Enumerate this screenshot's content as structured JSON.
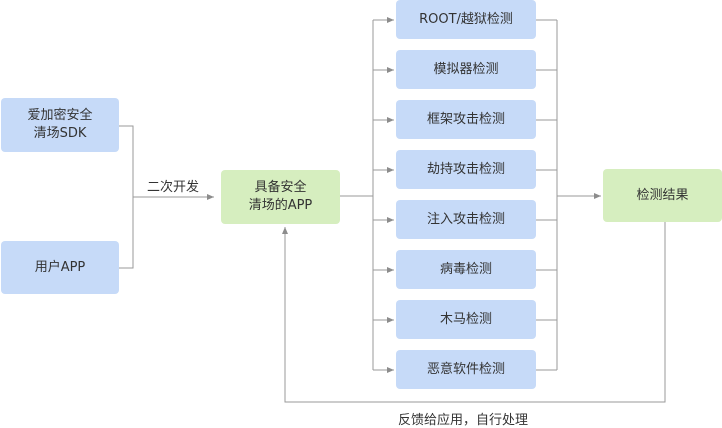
{
  "sources": {
    "sdk": "爱加密安全\n清场SDK",
    "user_app": "用户APP"
  },
  "edge_label_develop": "二次开发",
  "center_app": "具备安全\n清场的APP",
  "detections": [
    "ROOT/越狱检测",
    "模拟器检测",
    "框架攻击检测",
    "劫持攻击检测",
    "注入攻击检测",
    "病毒检测",
    "木马检测",
    "恶意软件检测"
  ],
  "result": "检测结果",
  "feedback_label": "反馈给应用，自行处理",
  "colors": {
    "box_blue": "#c6daf8",
    "box_green": "#d6eebf",
    "line": "#9a9a9a"
  }
}
